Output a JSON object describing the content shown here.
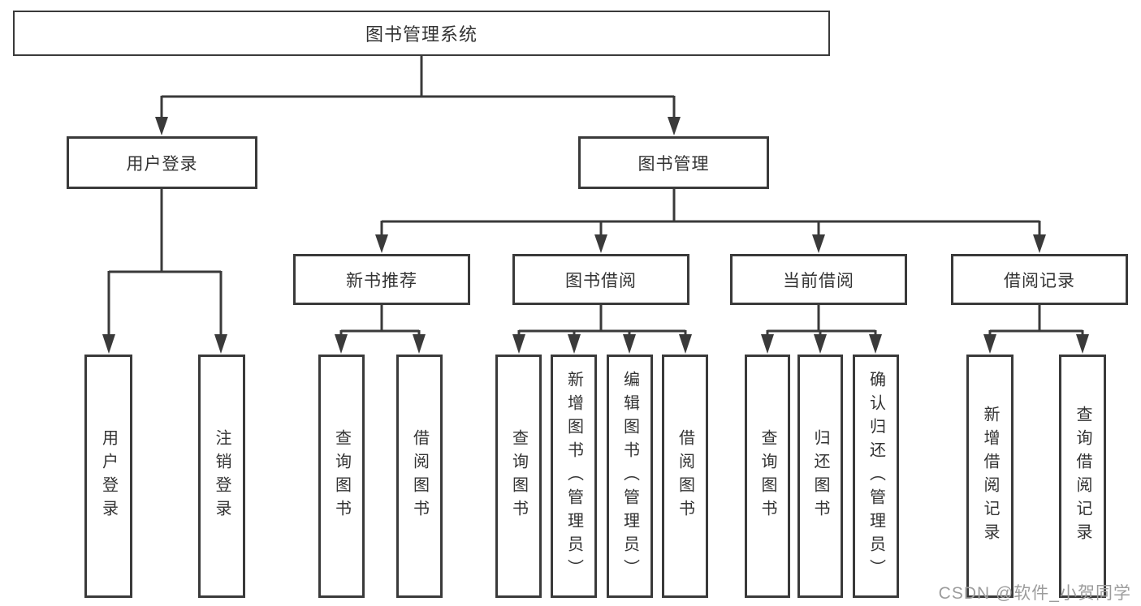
{
  "diagram_type": "hierarchy-tree",
  "colors": {
    "line": "#3a3a3a",
    "text": "#333333",
    "watermark": "#9c9c9c",
    "background": "#ffffff"
  },
  "watermark": "CSDN @软件_小贺同学",
  "tree": {
    "label": "图书管理系统",
    "children": [
      {
        "label": "用户登录",
        "children": [
          {
            "label": "用户登录"
          },
          {
            "label": "注销登录"
          }
        ]
      },
      {
        "label": "图书管理",
        "children": [
          {
            "label": "新书推荐",
            "children": [
              {
                "label": "查询图书"
              },
              {
                "label": "借阅图书"
              }
            ]
          },
          {
            "label": "图书借阅",
            "children": [
              {
                "label": "查询图书"
              },
              {
                "label": "新增图书（管理员）"
              },
              {
                "label": "编辑图书（管理员）"
              },
              {
                "label": "借阅图书"
              }
            ]
          },
          {
            "label": "当前借阅",
            "children": [
              {
                "label": "查询图书"
              },
              {
                "label": "归还图书"
              },
              {
                "label": "确认归还（管理员）"
              }
            ]
          },
          {
            "label": "借阅记录",
            "children": [
              {
                "label": "新增借阅记录"
              },
              {
                "label": "查询借阅记录"
              }
            ]
          }
        ]
      }
    ]
  }
}
